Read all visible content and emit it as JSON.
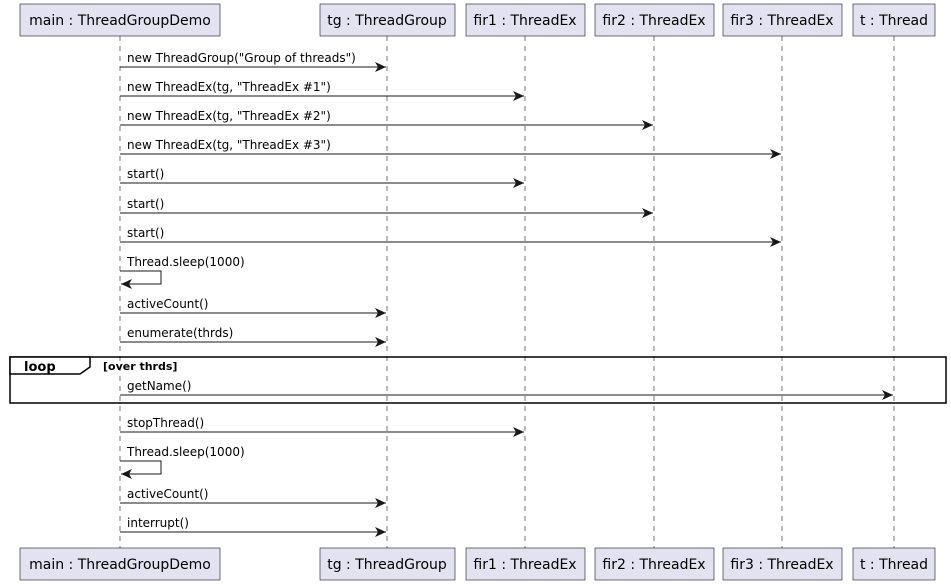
{
  "participants": [
    {
      "id": "main",
      "label": "main : ThreadGroupDemo"
    },
    {
      "id": "tg",
      "label": "tg : ThreadGroup"
    },
    {
      "id": "fir1",
      "label": "fir1 : ThreadEx"
    },
    {
      "id": "fir2",
      "label": "fir2 : ThreadEx"
    },
    {
      "id": "fir3",
      "label": "fir3 : ThreadEx"
    },
    {
      "id": "t",
      "label": "t : Thread"
    }
  ],
  "messages": [
    {
      "from": "main",
      "to": "tg",
      "label": "new ThreadGroup(\"Group of threads\")"
    },
    {
      "from": "main",
      "to": "fir1",
      "label": "new ThreadEx(tg, \"ThreadEx #1\")"
    },
    {
      "from": "main",
      "to": "fir2",
      "label": "new ThreadEx(tg, \"ThreadEx #2\")"
    },
    {
      "from": "main",
      "to": "fir3",
      "label": "new ThreadEx(tg, \"ThreadEx #3\")"
    },
    {
      "from": "main",
      "to": "fir1",
      "label": "start()"
    },
    {
      "from": "main",
      "to": "fir2",
      "label": "start()"
    },
    {
      "from": "main",
      "to": "fir3",
      "label": "start()"
    },
    {
      "from": "main",
      "to": "main",
      "label": "Thread.sleep(1000)"
    },
    {
      "from": "main",
      "to": "tg",
      "label": "activeCount()"
    },
    {
      "from": "main",
      "to": "tg",
      "label": "enumerate(thrds)"
    },
    {
      "from": "main",
      "to": "t",
      "label": "getName()"
    },
    {
      "from": "main",
      "to": "fir1",
      "label": "stopThread()"
    },
    {
      "from": "main",
      "to": "main",
      "label": "Thread.sleep(1000)"
    },
    {
      "from": "main",
      "to": "tg",
      "label": "activeCount()"
    },
    {
      "from": "main",
      "to": "tg",
      "label": "interrupt()"
    }
  ],
  "loop": {
    "keyword": "loop",
    "condition": "[over thrds]"
  }
}
